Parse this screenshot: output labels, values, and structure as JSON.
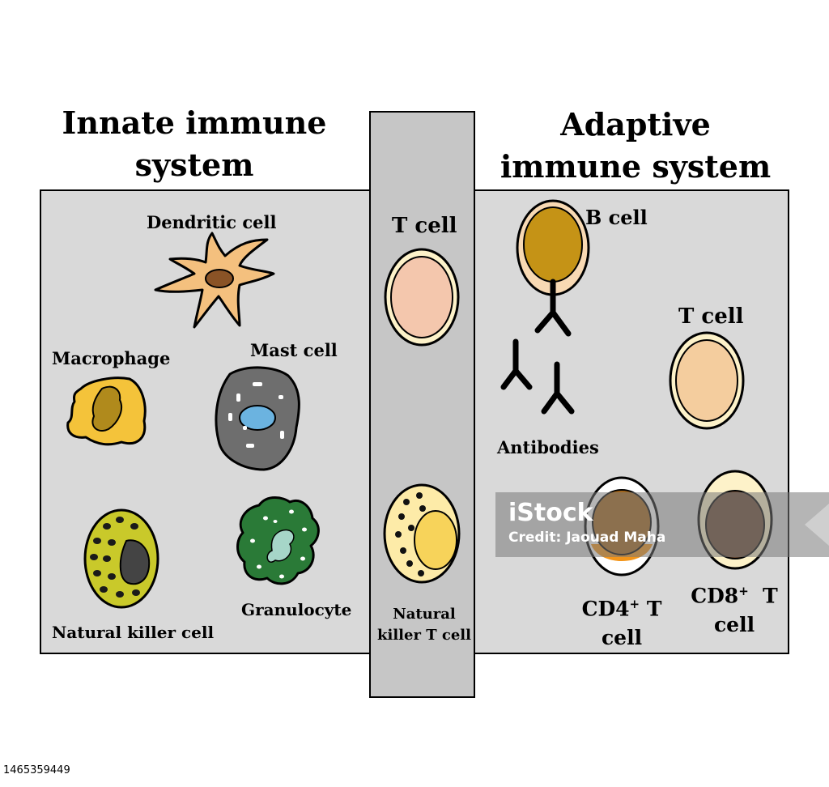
{
  "headings": {
    "innate": [
      "Innate immune",
      "system"
    ],
    "adaptive": [
      "Adaptive",
      "immune system"
    ]
  },
  "labels": {
    "dendritic": "Dendritic cell",
    "macrophage": "Macrophage",
    "mast": "Mast cell",
    "nk": "Natural killer cell",
    "granulocyte": "Granulocyte",
    "tcell_mid": "T cell",
    "nkt": [
      "Natural",
      "killer T cell"
    ],
    "bcell": "B cell",
    "tcell_right": "T cell",
    "antibodies": "Antibodies",
    "cd4": [
      "CD4",
      "+",
      " T",
      "cell"
    ],
    "cd8": [
      "CD8",
      "+",
      "  T",
      "cell"
    ]
  },
  "watermark": {
    "brand": "iStock",
    "credit": "Credit: Jaouad Maha"
  },
  "stock_id": "1465359449",
  "colors": {
    "panel": "#d9d9d9",
    "mid_panel": "#c6c6c6",
    "dendritic": "#f4c07e",
    "macrophage": "#f4c33a",
    "mast": "#6e6e6e",
    "nk": "#c9c92a",
    "granulocyte": "#2a7a37",
    "cream": "#fdf2c9",
    "b_nucleus": "#c59316",
    "cd4_nucleus": "#a4661b",
    "cd8_nucleus": "#6b4a33"
  }
}
